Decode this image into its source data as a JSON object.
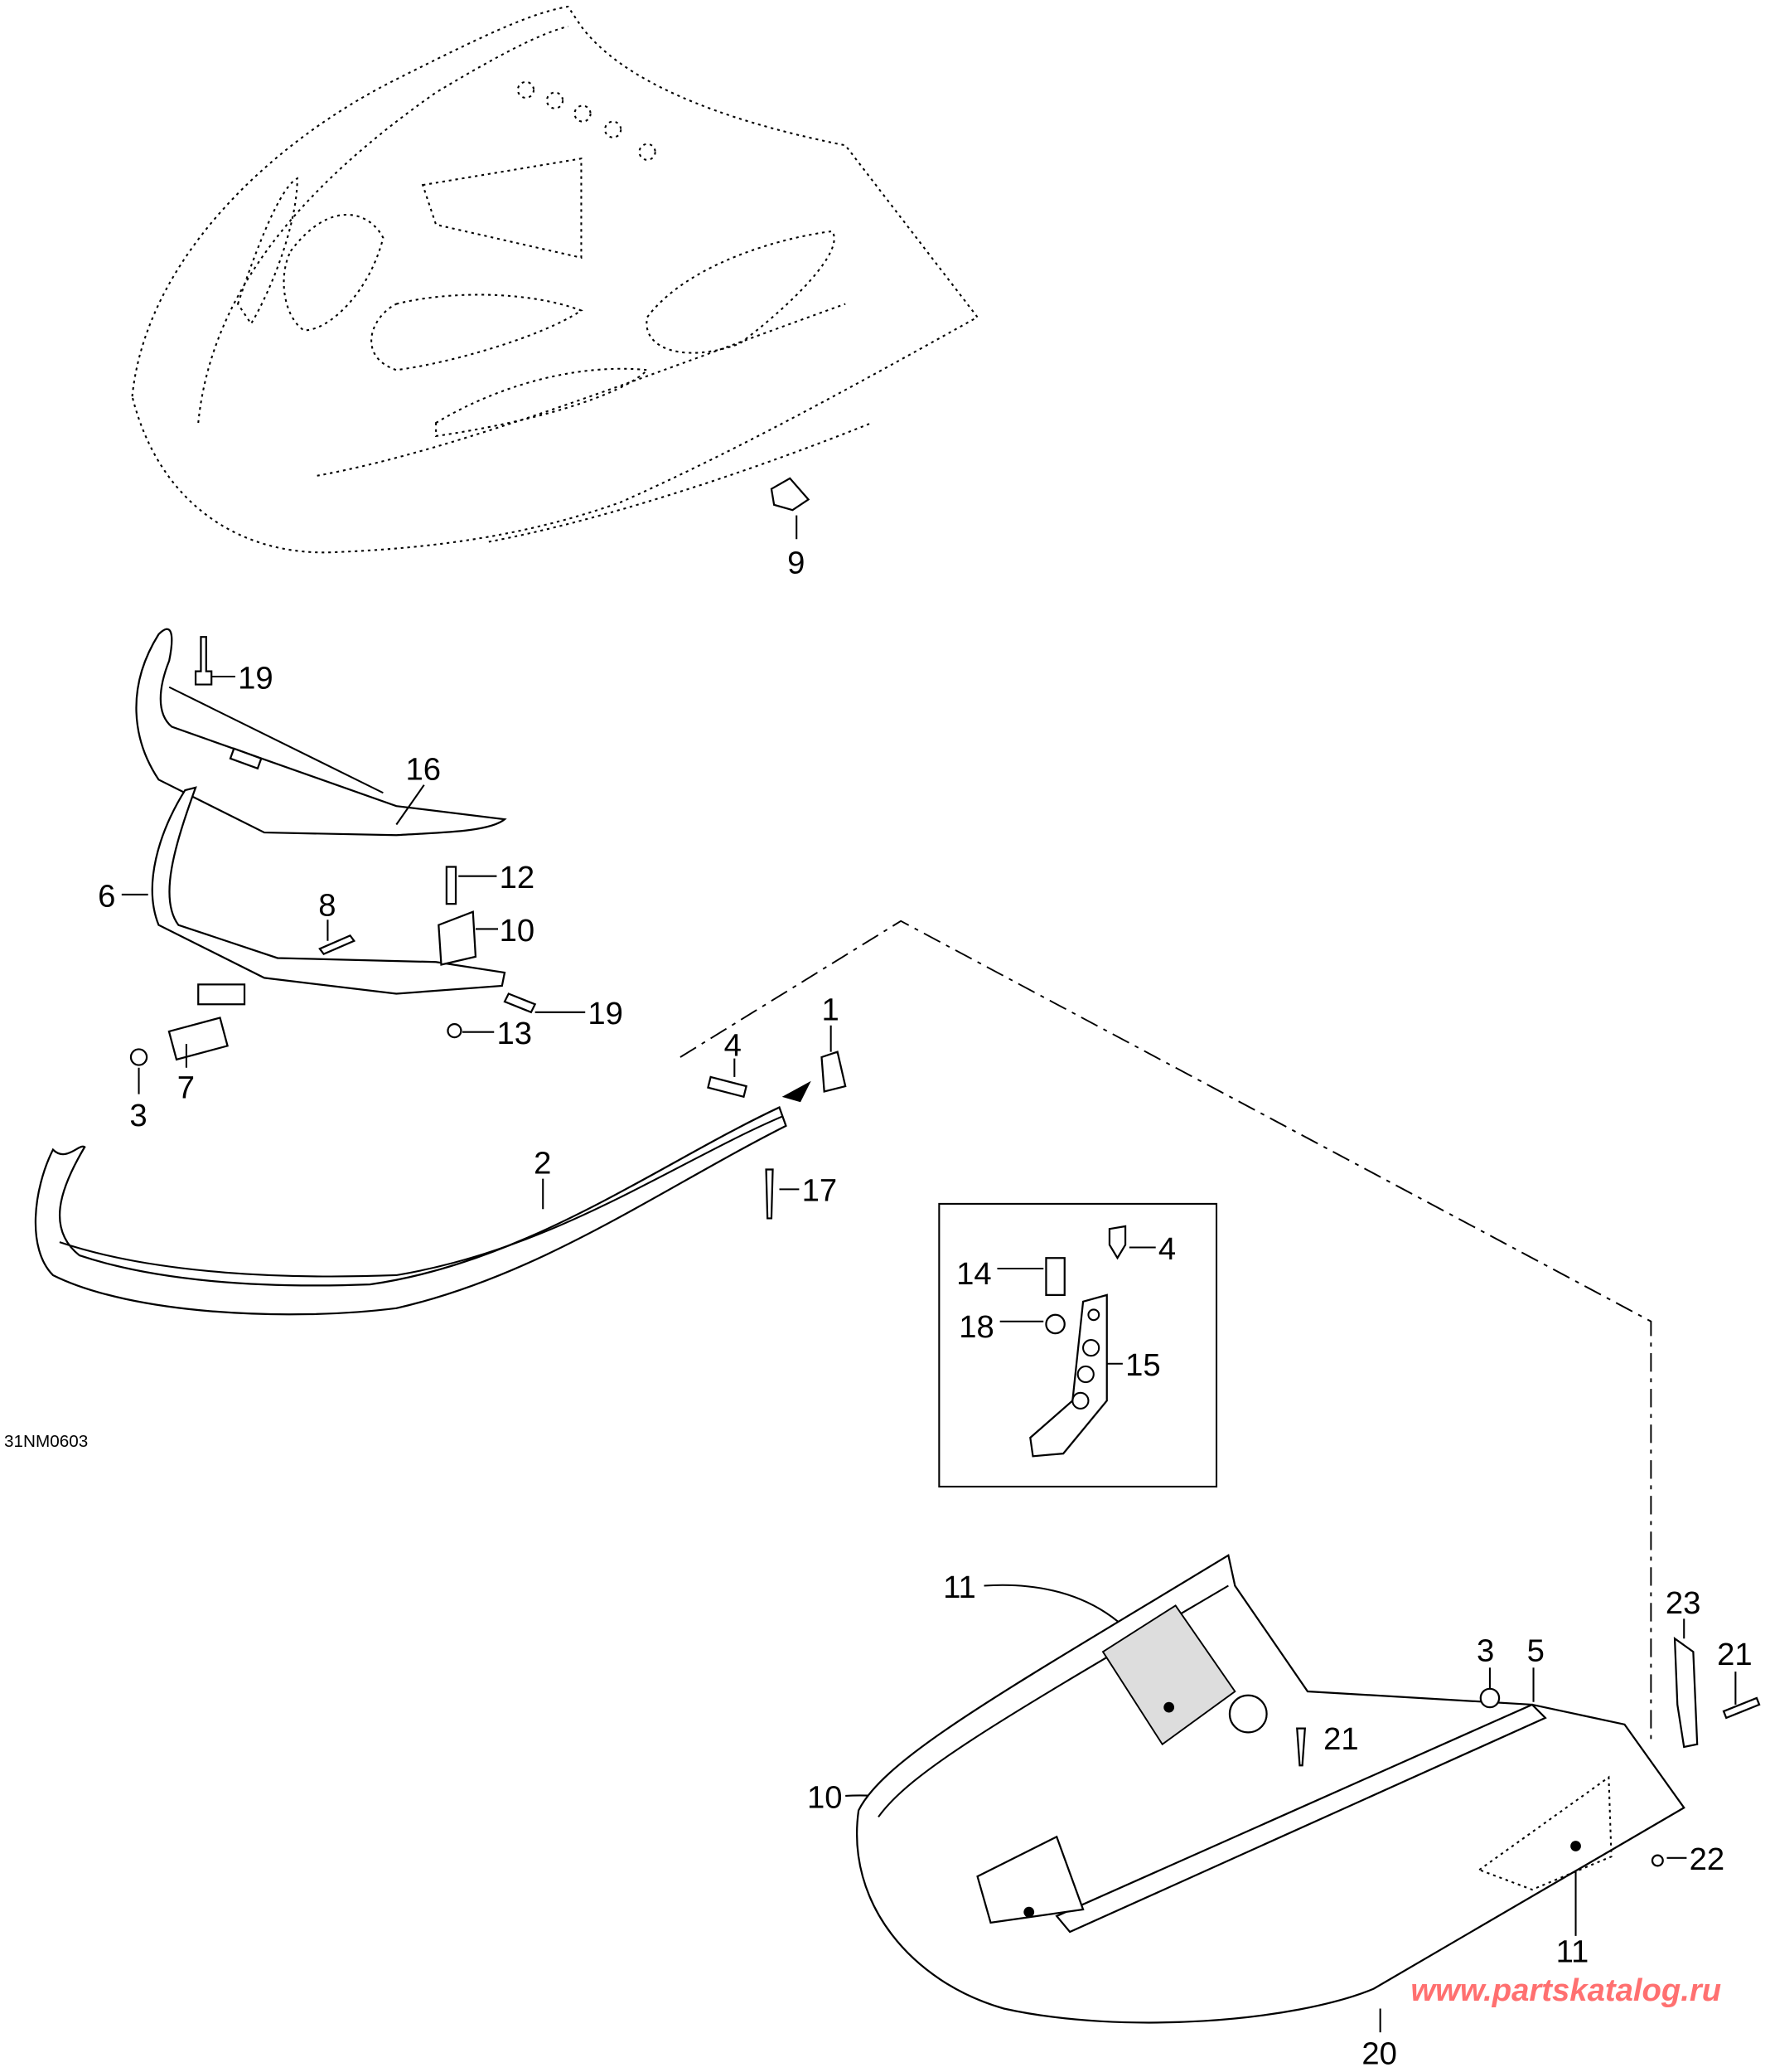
{
  "diagram_id": "31NM0603",
  "watermark": "www.partskatalog.ru",
  "callouts": {
    "c9": "9",
    "c19a": "19",
    "c16": "16",
    "c12": "12",
    "c6": "6",
    "c8": "8",
    "c10a": "10",
    "c19b": "19",
    "c13": "13",
    "c1": "1",
    "c4a": "4",
    "c7": "7",
    "c3a": "3",
    "c2": "2",
    "c17": "17",
    "c14": "14",
    "c4b": "4",
    "c18": "18",
    "c15": "15",
    "c11a": "11",
    "c23": "23",
    "c3b": "3",
    "c5": "5",
    "c21a": "21",
    "c21b": "21",
    "c10b": "10",
    "c22": "22",
    "c11b": "11",
    "c20": "20"
  }
}
